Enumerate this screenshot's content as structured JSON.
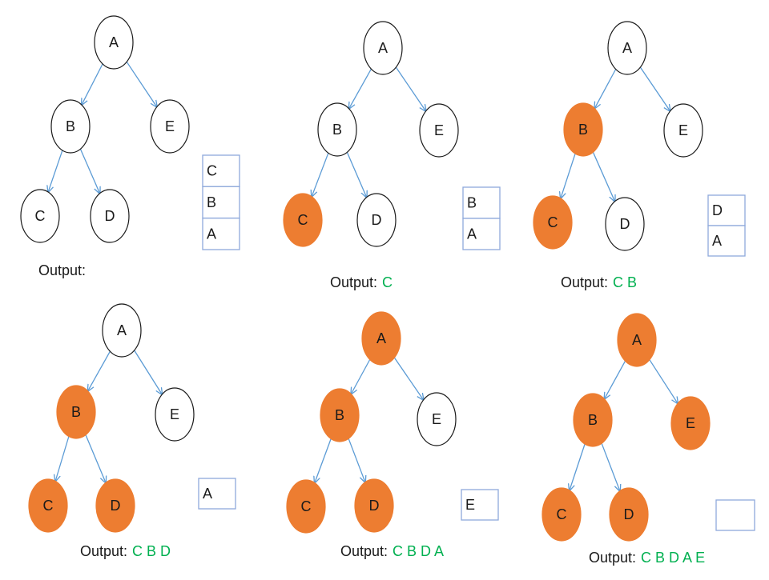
{
  "colors": {
    "visited_fill": "#ED7D31",
    "unvisited_fill": "#FFFFFF",
    "node_stroke": "#1a1a1a",
    "edge": "#5B9BD5",
    "stack_border": "#8EA9DB",
    "output_sequence": "#00B050",
    "text": "#1a1a1a"
  },
  "output_prefix": "Output:",
  "panels": [
    {
      "visited": [],
      "stack": [
        "C",
        "B",
        "A"
      ],
      "output": ""
    },
    {
      "visited": [
        "C"
      ],
      "stack": [
        "B",
        "A"
      ],
      "output": "C"
    },
    {
      "visited": [
        "B",
        "C"
      ],
      "stack": [
        "D",
        "A"
      ],
      "output": "C B"
    },
    {
      "visited": [
        "B",
        "C",
        "D"
      ],
      "stack": [
        "A"
      ],
      "output": "C B D"
    },
    {
      "visited": [
        "A",
        "B",
        "C",
        "D"
      ],
      "stack": [
        "E"
      ],
      "output": "C B D A"
    },
    {
      "visited": [
        "A",
        "B",
        "C",
        "D",
        "E"
      ],
      "stack": [
        ""
      ],
      "output": "C B D A E"
    }
  ]
}
